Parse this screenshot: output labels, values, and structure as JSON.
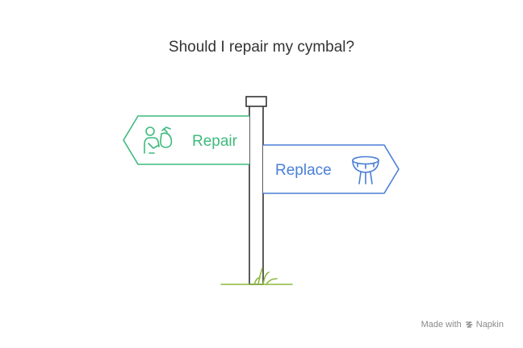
{
  "title": "Should I repair my cymbal?",
  "signs": {
    "left": {
      "label": "Repair",
      "color": "#3dba7c",
      "icon": "person-with-bag-icon"
    },
    "right": {
      "label": "Replace",
      "color": "#4a7fd6",
      "icon": "cymbal-on-stand-icon"
    }
  },
  "post_color": "#333333",
  "grass_color": "#8cb83c",
  "watermark": {
    "prefix": "Made with",
    "brand": "Napkin"
  }
}
